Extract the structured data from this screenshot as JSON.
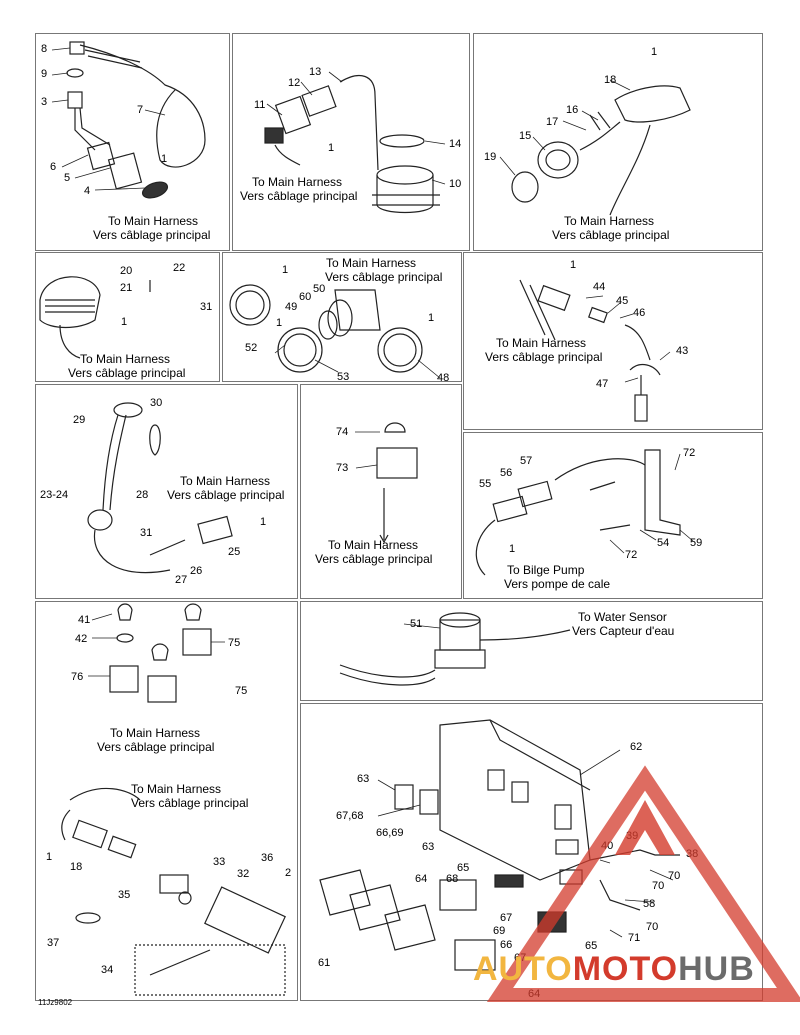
{
  "callouts": {
    "n8": "8",
    "n9": "9",
    "n3": "3",
    "n7": "7",
    "n6": "6",
    "n5": "5",
    "n4": "4",
    "n1a": "1",
    "n13": "13",
    "n12": "12",
    "n11": "11",
    "n1b": "1",
    "n14": "14",
    "n10": "10",
    "n1c": "1",
    "n18a": "18",
    "n16": "16",
    "n17": "17",
    "n15": "15",
    "n19": "19",
    "n20": "20",
    "n21": "21",
    "n22": "22",
    "n31a": "31",
    "n1d": "1",
    "n1e": "1",
    "n50": "50",
    "n60": "60",
    "n49": "49",
    "n1f": "1",
    "n1g": "1",
    "n52": "52",
    "n53": "53",
    "n48": "48",
    "n1h": "1",
    "n44": "44",
    "n45": "45",
    "n46": "46",
    "n43": "43",
    "n47": "47",
    "n29": "29",
    "n30": "30",
    "n23_24": "23-24",
    "n28": "28",
    "n31b": "31",
    "n1i": "1",
    "n25": "25",
    "n26": "26",
    "n27": "27",
    "n74": "74",
    "n73": "73",
    "n57": "57",
    "n56": "56",
    "n55": "55",
    "n72a": "72",
    "n1j": "1",
    "n54": "54",
    "n59": "59",
    "n72b": "72",
    "n41": "41",
    "n42": "42",
    "n75a": "75",
    "n76": "76",
    "n75b": "75",
    "n51": "51",
    "n1k": "1",
    "n18b": "18",
    "n33": "33",
    "n36": "36",
    "n2": "2",
    "n35": "35",
    "n32": "32",
    "n37": "37",
    "n34": "34",
    "n62": "62",
    "n63a": "63",
    "n67_68": "67,68",
    "n66_69": "66,69",
    "n63b": "63",
    "n65a": "65",
    "n64a": "64",
    "n68": "68",
    "n39": "39",
    "n40": "40",
    "n38": "38",
    "n70a": "70",
    "n70b": "70",
    "n58": "58",
    "n70c": "70",
    "n71": "71",
    "n67a": "67",
    "n69": "69",
    "n66": "66",
    "n67b": "67",
    "n65b": "65",
    "n61": "61",
    "n64b": "64"
  },
  "captions": {
    "to_main_harness": "To Main Harness",
    "vers_cablage": "Vers câblage principal",
    "to_bilge_pump": "To Bilge Pump",
    "vers_pompe": "Vers pompe de cale",
    "to_water_sensor": "To Water Sensor",
    "vers_capteur": "Vers Capteur d'eau"
  },
  "figure_id": "11Jz9802",
  "watermark": {
    "part1": "AUTO",
    "part2": "MOTO",
    "part3": "HUB",
    "color_red": "#d33b2c",
    "color_orange": "#f2b640",
    "color_dark": "#6b6b6b"
  }
}
